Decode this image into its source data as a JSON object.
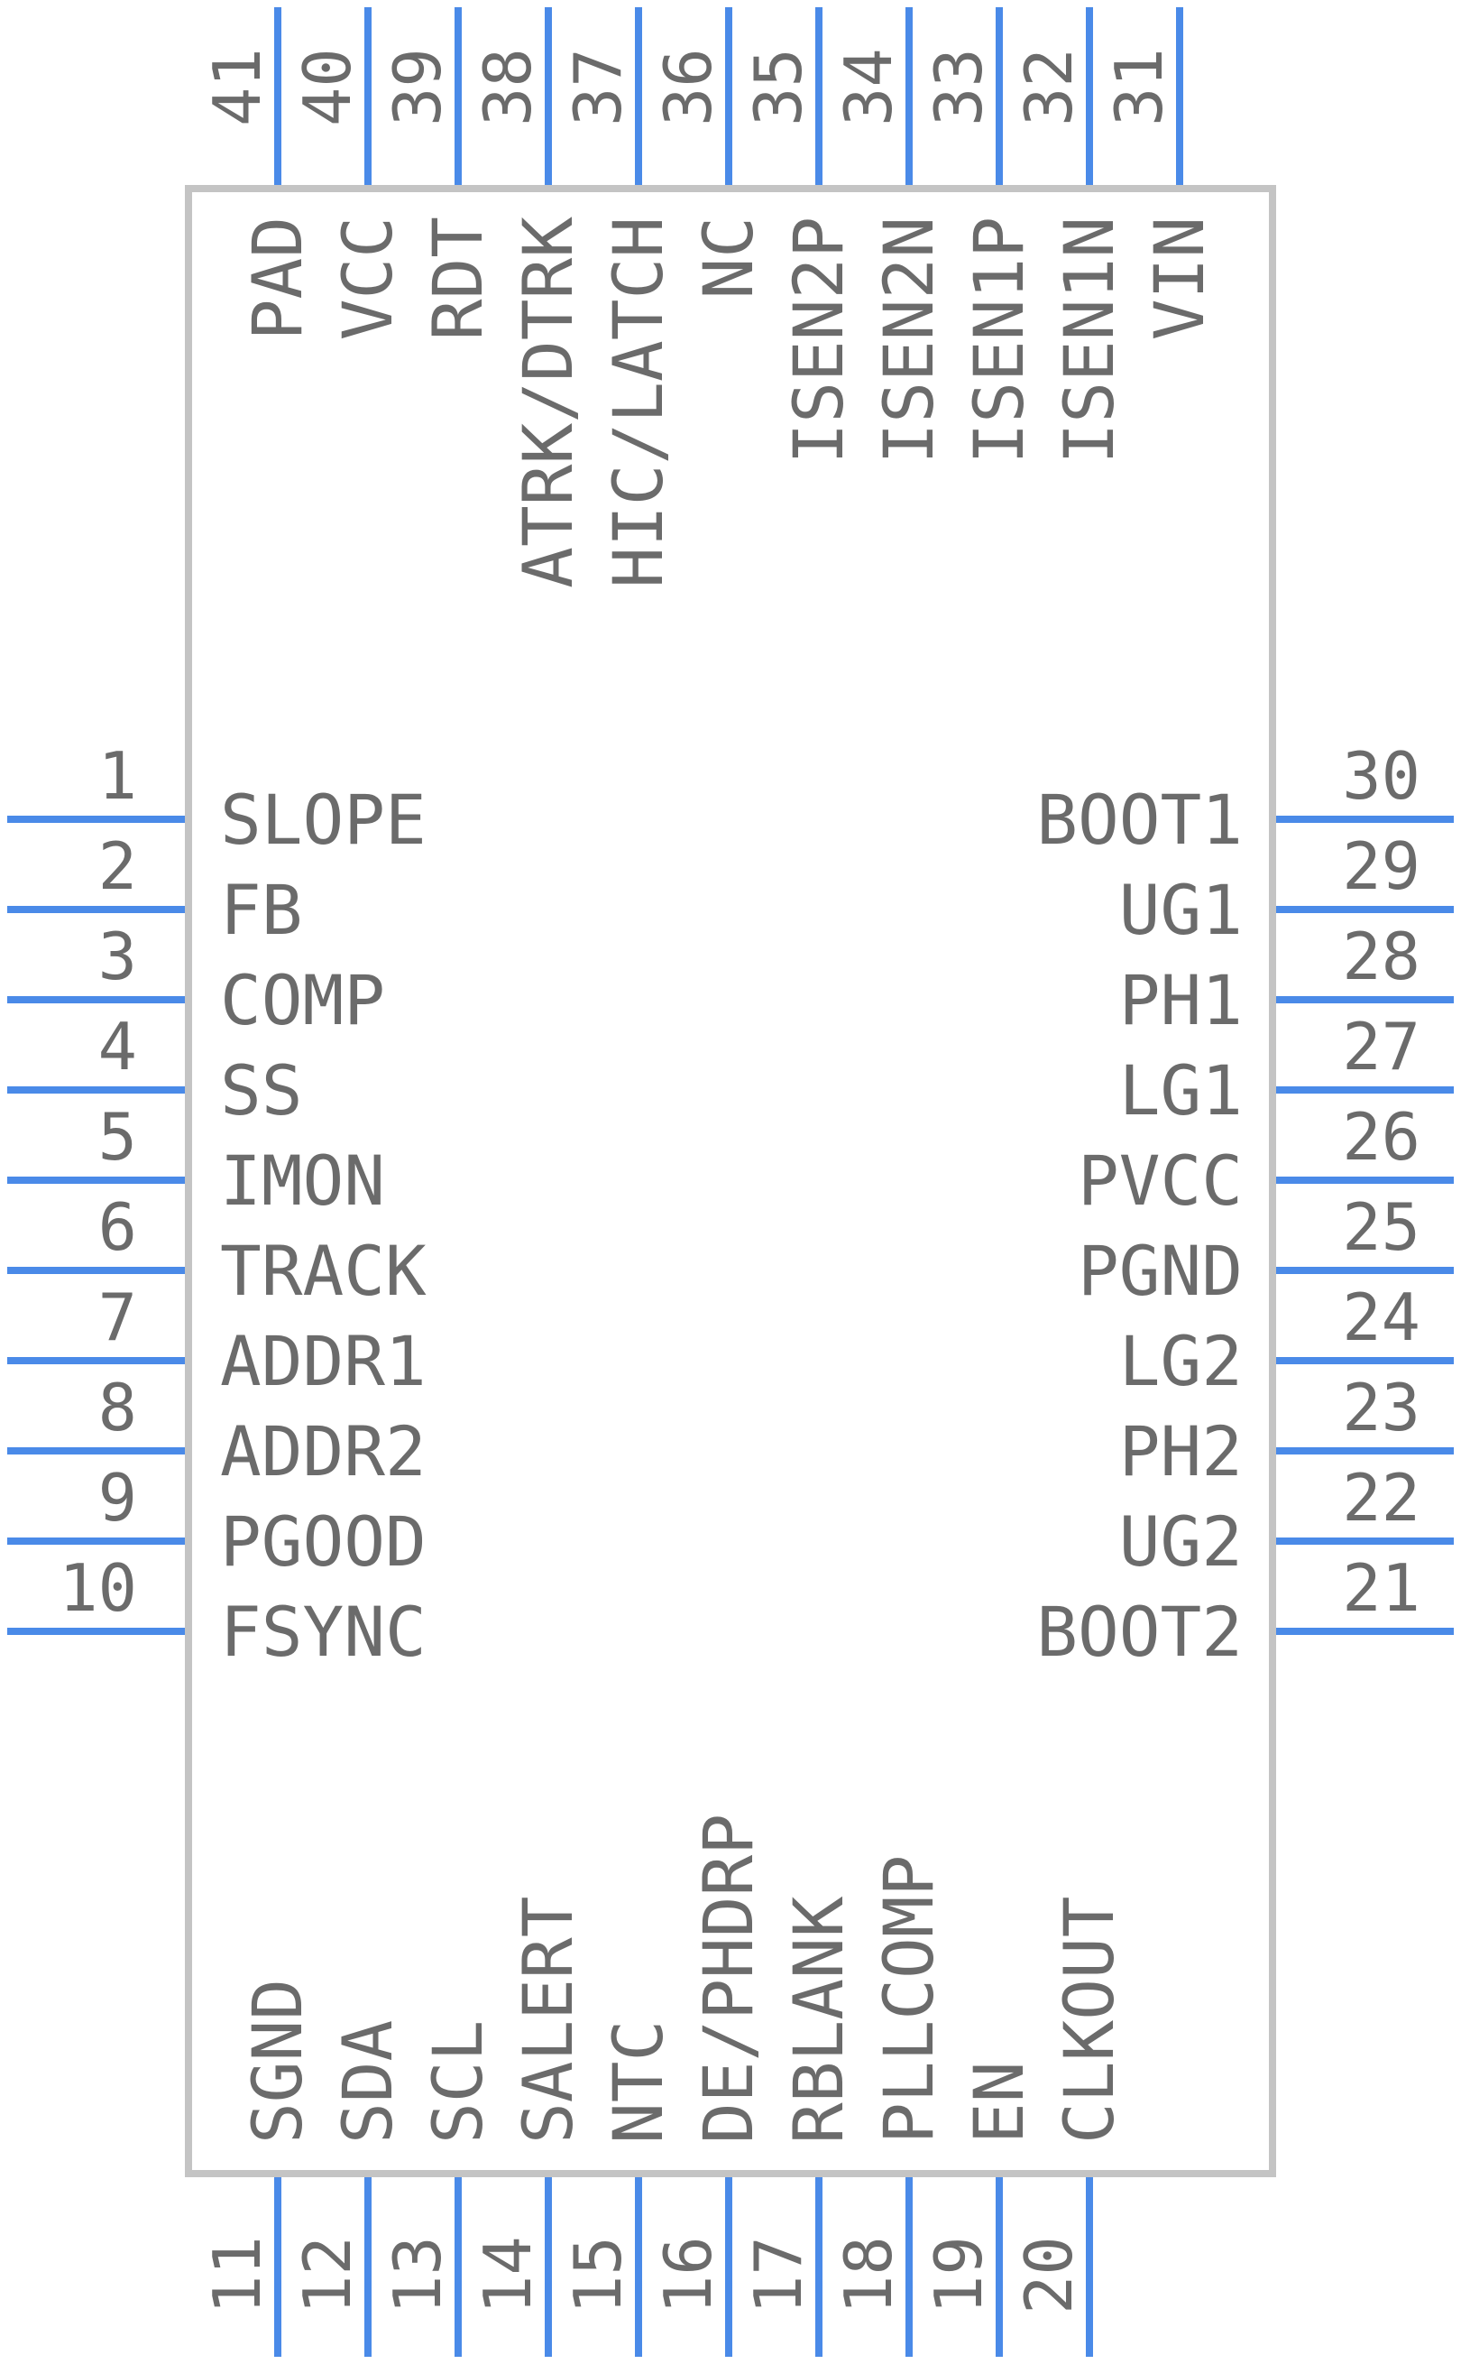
{
  "component": {
    "left_pins": [
      {
        "number": "1",
        "name": "SLOPE"
      },
      {
        "number": "2",
        "name": "FB"
      },
      {
        "number": "3",
        "name": "COMP"
      },
      {
        "number": "4",
        "name": "SS"
      },
      {
        "number": "5",
        "name": "IMON"
      },
      {
        "number": "6",
        "name": "TRACK"
      },
      {
        "number": "7",
        "name": "ADDR1"
      },
      {
        "number": "8",
        "name": "ADDR2"
      },
      {
        "number": "9",
        "name": "PGOOD"
      },
      {
        "number": "10",
        "name": "FSYNC"
      }
    ],
    "right_pins": [
      {
        "number": "30",
        "name": "BOOT1"
      },
      {
        "number": "29",
        "name": "UG1"
      },
      {
        "number": "28",
        "name": "PH1"
      },
      {
        "number": "27",
        "name": "LG1"
      },
      {
        "number": "26",
        "name": "PVCC"
      },
      {
        "number": "25",
        "name": "PGND"
      },
      {
        "number": "24",
        "name": "LG2"
      },
      {
        "number": "23",
        "name": "PH2"
      },
      {
        "number": "22",
        "name": "UG2"
      },
      {
        "number": "21",
        "name": "BOOT2"
      }
    ],
    "top_pins": [
      {
        "number": "41",
        "name": "PAD"
      },
      {
        "number": "40",
        "name": "VCC"
      },
      {
        "number": "39",
        "name": "RDT"
      },
      {
        "number": "38",
        "name": "ATRK/DTRK"
      },
      {
        "number": "37",
        "name": "HIC/LATCH"
      },
      {
        "number": "36",
        "name": "NC"
      },
      {
        "number": "35",
        "name": "ISEN2P"
      },
      {
        "number": "34",
        "name": "ISEN2N"
      },
      {
        "number": "33",
        "name": "ISEN1P"
      },
      {
        "number": "32",
        "name": "ISEN1N"
      },
      {
        "number": "31",
        "name": "VIN"
      }
    ],
    "bottom_pins": [
      {
        "number": "11",
        "name": "SGND"
      },
      {
        "number": "12",
        "name": "SDA"
      },
      {
        "number": "13",
        "name": "SCL"
      },
      {
        "number": "14",
        "name": "SALERT"
      },
      {
        "number": "15",
        "name": "NTC"
      },
      {
        "number": "16",
        "name": "DE/PHDRP"
      },
      {
        "number": "17",
        "name": "RBLANK"
      },
      {
        "number": "18",
        "name": "PLLCOMP"
      },
      {
        "number": "19",
        "name": "EN"
      },
      {
        "number": "20",
        "name": "CLKOUT"
      }
    ],
    "colors": {
      "pin": "#4a8ae8",
      "body_outline": "#c4c4c4",
      "text": "#6b6b6b"
    }
  }
}
